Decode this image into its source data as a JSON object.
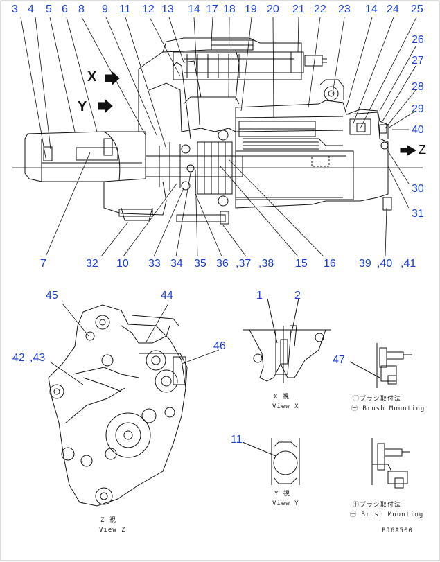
{
  "diagram": {
    "part_numbers": [
      "3",
      "4",
      "5",
      "6",
      "8",
      "9",
      "11",
      "12",
      "13",
      "14",
      "17",
      "18",
      "19",
      "20",
      "21",
      "22",
      "23",
      "14",
      "24",
      "25",
      "26",
      "27",
      "28",
      "29",
      "40",
      "Z",
      "30",
      "31",
      "7",
      "32",
      "10",
      "33",
      "34",
      "35",
      "36",
      ",37",
      ",38",
      "15",
      "16",
      "39",
      ",40",
      ",41",
      "45",
      "44",
      "1",
      "2",
      "42",
      ",43",
      "46",
      "47",
      "11"
    ],
    "arrow_labels": {
      "x": "X",
      "y": "Y",
      "z": "Z"
    },
    "captions": {
      "view_x_jp": "X 視",
      "view_x_en": "View X",
      "view_y_jp": "Y 視",
      "view_y_en": "View Y",
      "view_z_jp": "Z 視",
      "view_z_en": "View Z",
      "brush_a_jp": "㊀ブラシ取付法",
      "brush_a_en": "㊀ Brush Mounting",
      "brush_b_jp": "㊉ブラシ取付法",
      "brush_b_en": "㊉ Brush Mounting",
      "drawing_code": "PJ6A500"
    },
    "colors": {
      "callout": "#1a3fd6",
      "line": "#111111",
      "background": "#ffffff"
    }
  }
}
